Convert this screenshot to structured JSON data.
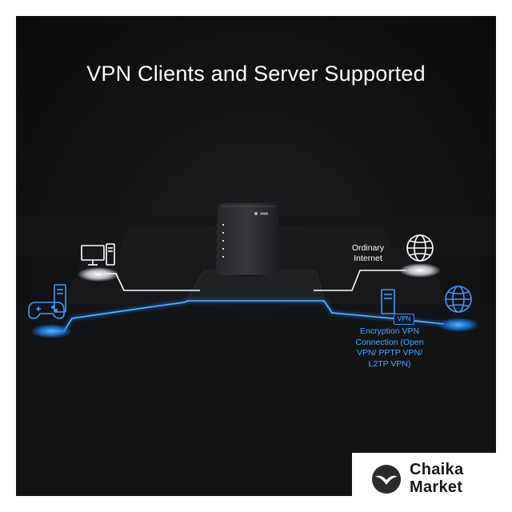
{
  "headline": "VPN Clients and Server Supported",
  "labels": {
    "ordinary_internet": "Ordinary Internet",
    "vpn_badge": "VPN",
    "encryption_vpn": "Encryption VPN Connection (Open VPN/ PPTP VPN/ L2TP VPN)"
  },
  "brand": {
    "line1": "Chaika",
    "line2": "Market"
  },
  "colors": {
    "background": "#121314",
    "vpn_blue": "#2e8bff",
    "ordinary_white": "#ffffff"
  },
  "icons": [
    "desktop-computer-icon",
    "server-icon",
    "gamepad-icon",
    "globe-icon",
    "router-device",
    "seagull-logo"
  ]
}
